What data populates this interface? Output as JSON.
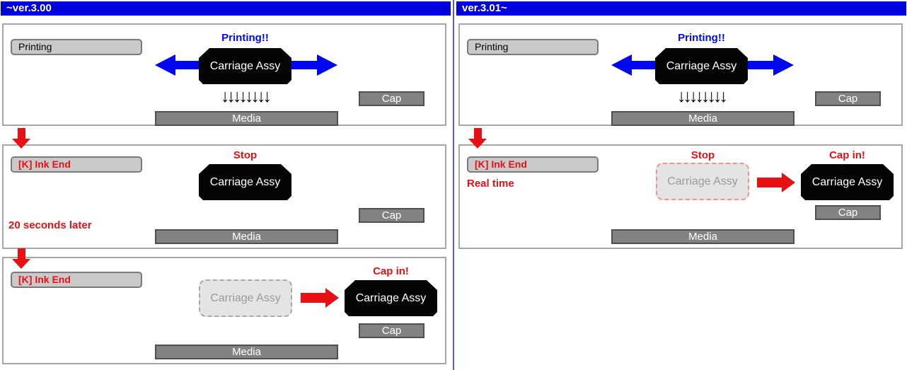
{
  "diagram": {
    "title": "Carriage capping behavior comparison by firmware version",
    "colors": {
      "header_bg": "#0000d9",
      "header_text": "#ffffff",
      "accent_red": "#e81014",
      "arrow_blue": "#0008f0",
      "carriage_bg": "#000000",
      "gray_bar": "#828282",
      "status_label_bg": "#c9c9c9",
      "divider": "#5b5bd6"
    },
    "columns": [
      {
        "header": "~ver.3.00",
        "panels": [
          {
            "status": "Printing",
            "caption": "Printing!!",
            "carriage": "Carriage Assy",
            "ink_arrows": "↓↓↓↓↓↓↓↓",
            "cap": "Cap",
            "media": "Media"
          },
          {
            "status": "[K] Ink End",
            "caption": "Stop",
            "carriage": "Carriage Assy",
            "cap": "Cap",
            "media": "Media",
            "note": "20 seconds later"
          },
          {
            "status": "[K] Ink End",
            "ghost_carriage": "Carriage Assy",
            "caption": "Cap in!",
            "carriage": "Carriage Assy",
            "cap": "Cap",
            "media": "Media"
          }
        ]
      },
      {
        "header": "ver.3.01~",
        "panels": [
          {
            "status": "Printing",
            "caption": "Printing!!",
            "carriage": "Carriage Assy",
            "ink_arrows": "↓↓↓↓↓↓↓↓",
            "cap": "Cap",
            "media": "Media"
          },
          {
            "status": "[K] Ink End",
            "note": "Real time",
            "ghost_caption": "Stop",
            "ghost_carriage": "Carriage Assy",
            "caption": "Cap in!",
            "carriage": "Carriage Assy",
            "cap": "Cap",
            "media": "Media"
          }
        ]
      }
    ]
  }
}
